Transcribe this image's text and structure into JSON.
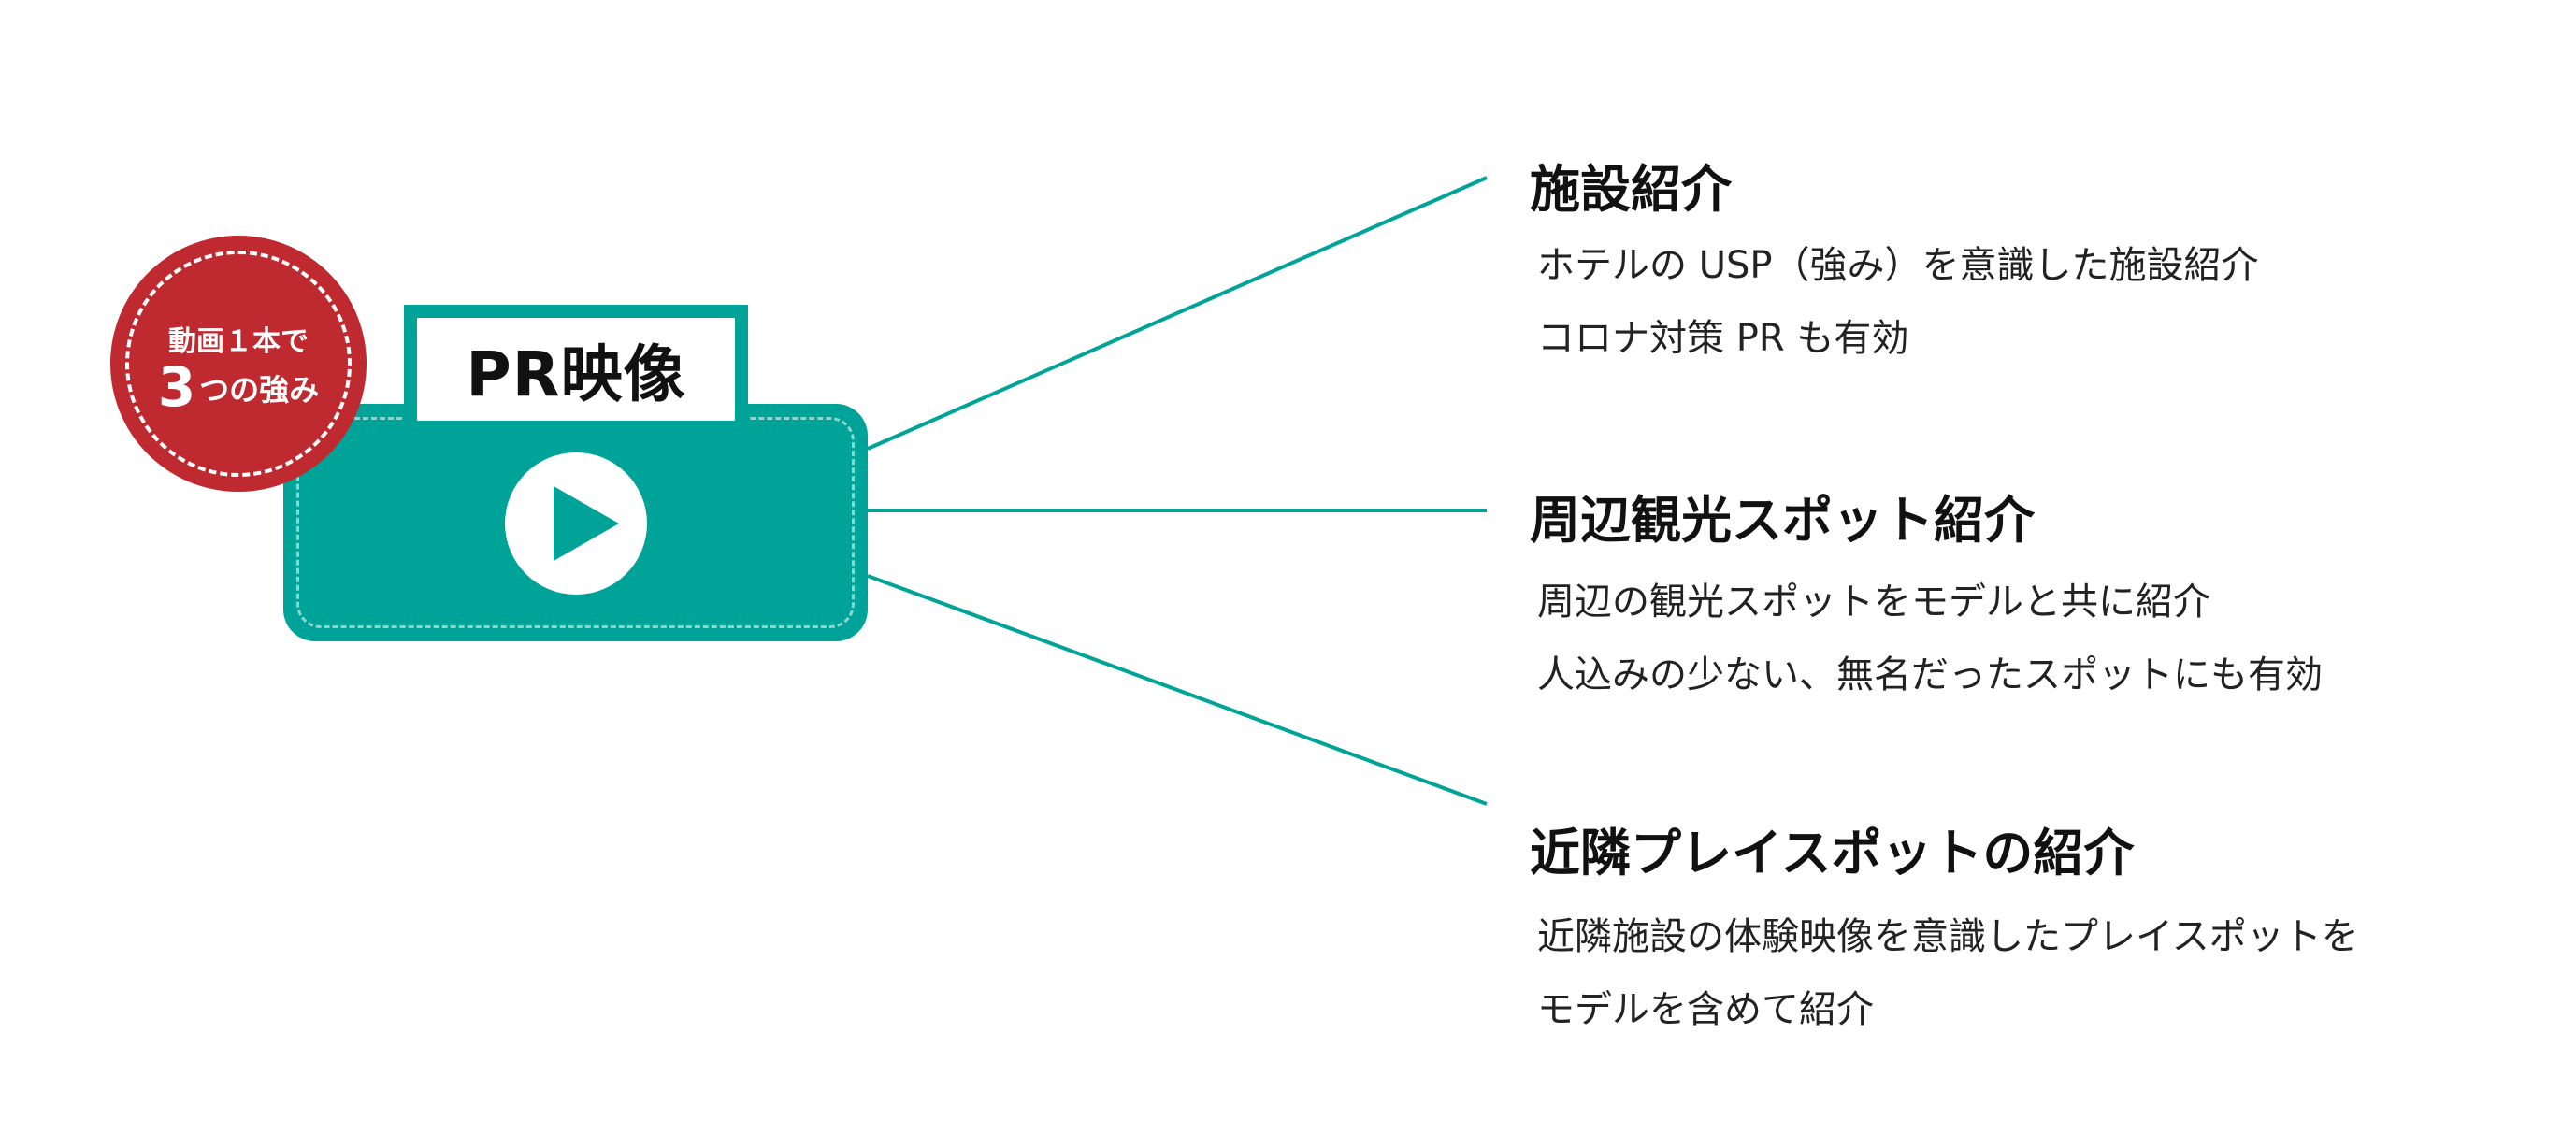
{
  "colors": {
    "accent": "#00a397",
    "badge": "#be2a30",
    "text": "#111111"
  },
  "badge": {
    "line1": "動画１本で",
    "number": "3",
    "line2_rest": "つの強み"
  },
  "video": {
    "title": "PR映像",
    "icon": "play-icon"
  },
  "items": [
    {
      "heading": "施設紹介",
      "lines": [
        "ホテルの USP（強み）を意識した施設紹介",
        "コロナ対策 PR も有効"
      ]
    },
    {
      "heading": "周辺観光スポット紹介",
      "lines": [
        "周辺の観光スポットをモデルと共に紹介",
        "人込みの少ない、無名だったスポットにも有効"
      ]
    },
    {
      "heading": "近隣プレイスポットの紹介",
      "lines": [
        "近隣施設の体験映像を意識したプレイスポットを",
        "モデルを含めて紹介"
      ]
    }
  ]
}
